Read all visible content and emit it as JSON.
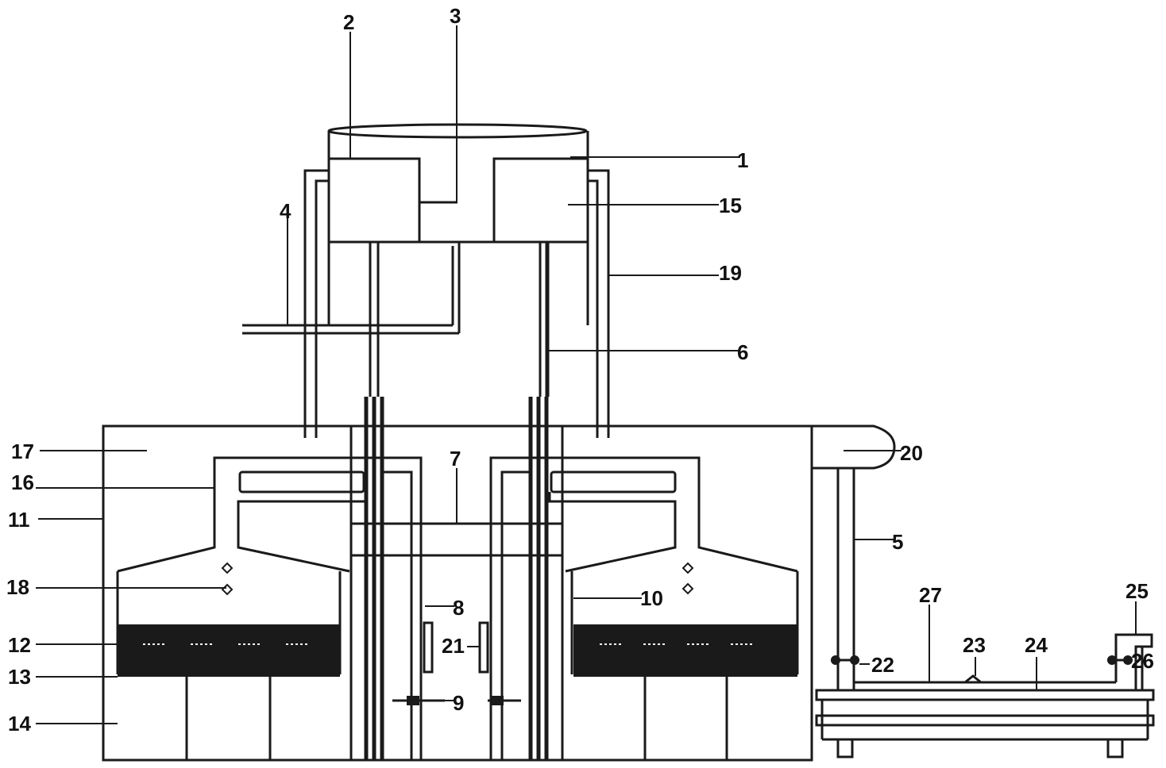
{
  "labels": {
    "n1": "1",
    "n2": "2",
    "n3": "3",
    "n4": "4",
    "n5": "5",
    "n6": "6",
    "n7": "7",
    "n8": "8",
    "n9": "9",
    "n10": "10",
    "n11": "11",
    "n12": "12",
    "n13": "13",
    "n14": "14",
    "n15": "15",
    "n16": "16",
    "n17": "17",
    "n18": "18",
    "n19": "19",
    "n20": "20",
    "n21": "21",
    "n22": "22",
    "n23": "23",
    "n24": "24",
    "n25": "25",
    "n26": "26",
    "n27": "27"
  },
  "colors": {
    "line": "#1a1a1a",
    "media": "#1a1a1a",
    "background": "#ffffff"
  }
}
